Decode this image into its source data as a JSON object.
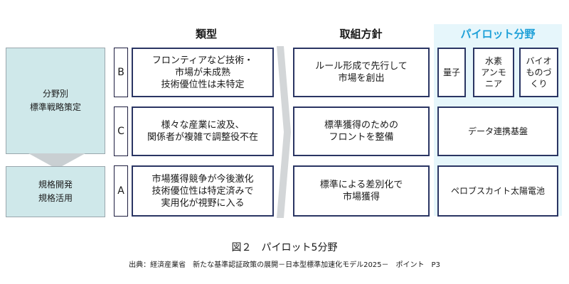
{
  "headers": {
    "type": "類型",
    "policy": "取組方針",
    "pilot": "パイロット分野"
  },
  "left": {
    "strategy_lines": [
      "分野別",
      "標準戦略策定"
    ],
    "development_lines": [
      "規格開発",
      "規格活用"
    ]
  },
  "rows": [
    {
      "letter": "B",
      "type_lines": [
        "フロンティアなど技術・",
        "市場が未成熟",
        "技術優位性は未特定"
      ],
      "policy_lines": [
        "ルール形成で先行して",
        "市場を創出"
      ]
    },
    {
      "letter": "C",
      "type_lines": [
        "様々な産業に波及、",
        "関係者が複雑で調整役不在"
      ],
      "policy_lines": [
        "標準獲得のための",
        "フロントを整備"
      ]
    },
    {
      "letter": "A",
      "type_lines": [
        "市場獲得競争が今後激化",
        "技術優位性は特定済みで",
        "実用化が視野に入る"
      ],
      "policy_lines": [
        "標準による差別化で",
        "市場獲得"
      ]
    }
  ],
  "pilot": {
    "quantum": [
      "量子"
    ],
    "hydrogen": [
      "水素",
      "アンモ",
      "ニア"
    ],
    "bio": [
      "バイオ",
      "ものづ",
      "くり"
    ],
    "data": [
      "データ連携基盤"
    ],
    "solar": [
      "ペロブスカイト太陽電池"
    ]
  },
  "caption": {
    "figure": "図２　パイロット5分野",
    "source": "出典：経済産業省　新たな基準認証政策の展開－日本型標準加速化モデル2025－　ポイント　P3"
  }
}
